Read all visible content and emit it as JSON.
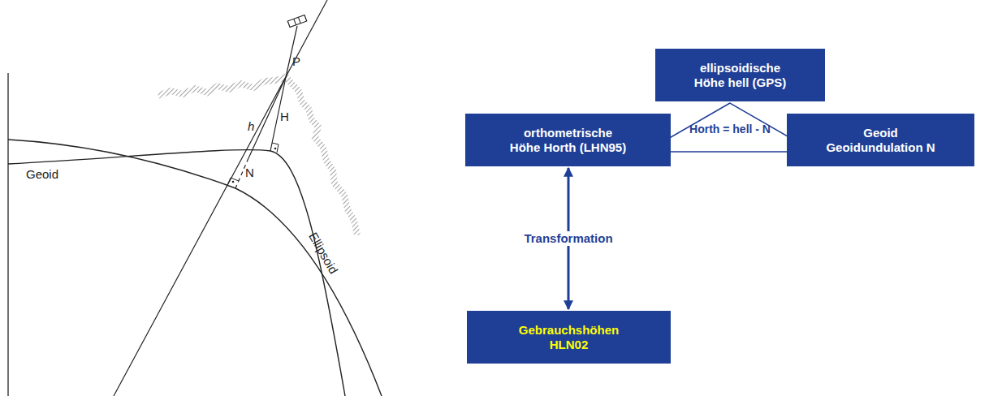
{
  "diagram": {
    "nodes": [
      {
        "text": [
          "ellipsoidische Höhe hell (GPS)"
        ]
      },
      {
        "text": [
          "Horth = hell - N"
        ]
      },
      {
        "text": [
          "orthometrische Höhe Horth (LHN95)"
        ]
      },
      {
        "text": [
          "Geoid Geoidundulation N"
        ]
      },
      {
        "text": [
          "Gebrauchshöhen HLN02"
        ]
      }
    ],
    "edges": [
      {
        "from": 2,
        "to": 4,
        "arrow": "both",
        "label": "Transformation"
      }
    ],
    "labels": [
      "P",
      "h",
      "H",
      "Geoid",
      "N",
      "Ellipsoid"
    ]
  }
}
